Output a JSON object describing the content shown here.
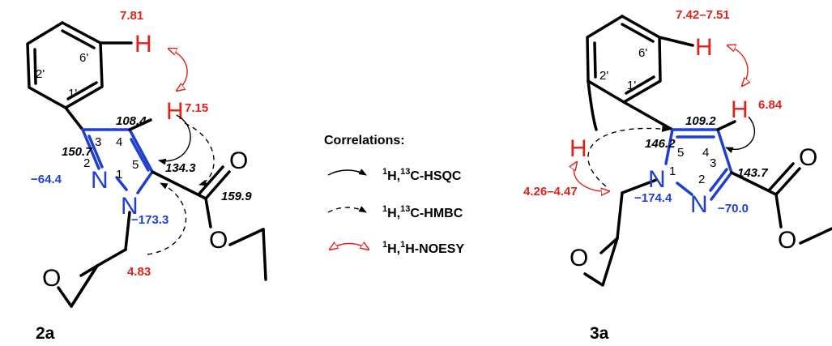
{
  "legend": {
    "title": "Correlations:",
    "hsqc": {
      "sup1": "1",
      "a": "H,",
      "sup2": "13",
      "b": "C-HSQC"
    },
    "hmbc": {
      "sup1": "1",
      "a": "H,",
      "sup2": "13",
      "b": "C-HMBC"
    },
    "noesy": {
      "sup1": "1",
      "a": "H,",
      "sup2": "1",
      "b": "H-NOESY"
    }
  },
  "compound_2a": {
    "label": "2a",
    "atoms": {
      "H_phenyl": "H",
      "H4": "H",
      "N2": "N",
      "N1": "N",
      "O_carbonyl": "O",
      "O_ester": "O",
      "O_epoxide": "O"
    },
    "positions": {
      "p1": "1",
      "p2": "2",
      "p3": "3",
      "p4": "4",
      "p5": "5",
      "p1prime": "1'",
      "p2prime": "2'",
      "p6prime": "6'"
    },
    "shifts": {
      "H_ortho": "7.81",
      "H4": "7.15",
      "CH2": "4.83",
      "C3": "150.7",
      "C4": "108.4",
      "C5": "134.3",
      "CO": "159.9",
      "N2": "−64.4",
      "N1": "−173.3"
    }
  },
  "compound_3a": {
    "label": "3a",
    "atoms": {
      "H_phenyl": "H",
      "H4": "H",
      "H_CH2": "H",
      "N1": "N",
      "N2": "N",
      "O_carbonyl": "O",
      "O_ester": "O",
      "O_epoxide": "O"
    },
    "positions": {
      "p1": "1",
      "p2": "2",
      "p3": "3",
      "p4": "4",
      "p5": "5",
      "p1prime": "1'",
      "p2prime": "2'",
      "p6prime": "6'"
    },
    "shifts": {
      "H_ortho": "7.42–7.51",
      "H4": "6.84",
      "CH2": "4.26–4.47",
      "C5": "146.2",
      "C4": "109.2",
      "C3": "143.7",
      "N1": "−174.4",
      "N2": "−70.0"
    }
  },
  "colors": {
    "ring_bonds": "#1f3fd0",
    "nitrogen": "#1f3fd0",
    "protons": "#e0221a",
    "bonds": "#000000"
  }
}
